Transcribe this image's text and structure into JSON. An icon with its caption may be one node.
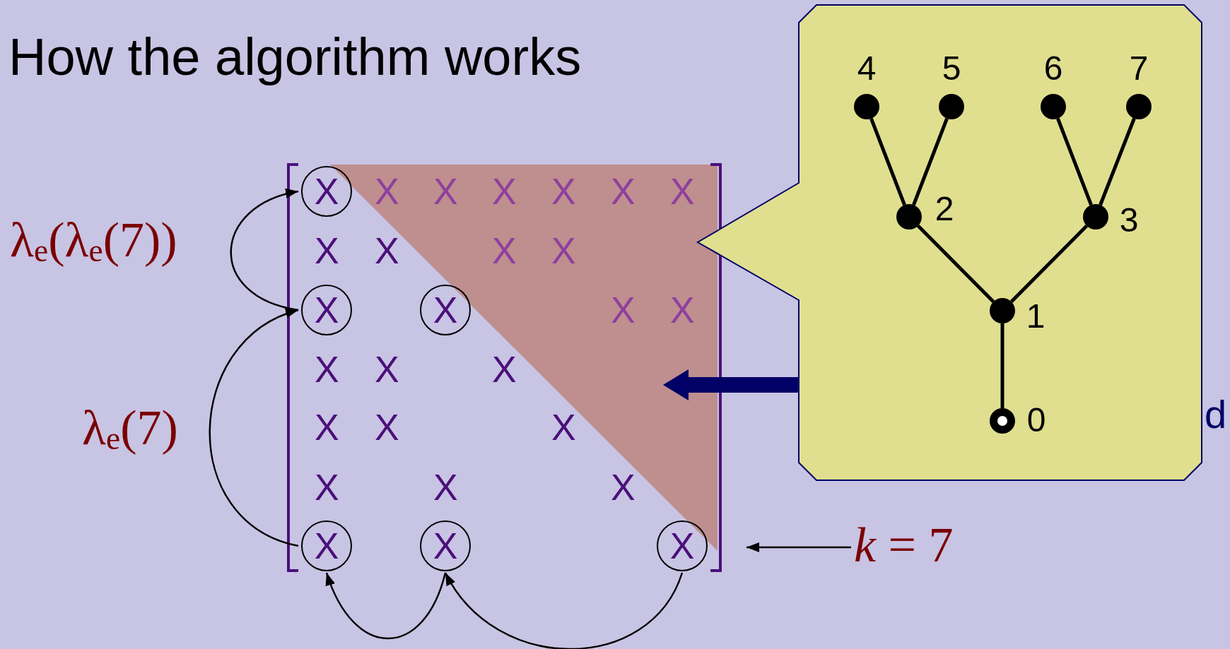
{
  "diagram": {
    "title": "How the algorithm works",
    "nodes": [
      {
        "text": [
          "X"
        ]
      },
      {
        "text": [
          "X"
        ]
      },
      {
        "text": [
          "X"
        ]
      },
      {
        "text": [
          "X"
        ]
      },
      {
        "text": [
          "X"
        ]
      },
      {
        "text": [
          "X"
        ]
      },
      {
        "text": [],
        "shape": "triangle"
      },
      {
        "text": [
          "*k* = 7"
        ]
      },
      {
        "text": [],
        "shape": "box"
      },
      {
        "text": [
          "4"
        ],
        "in": 8
      },
      {
        "text": [
          "5"
        ],
        "in": 8
      },
      {
        "text": [
          "6"
        ],
        "in": 8
      },
      {
        "text": [
          "7"
        ],
        "in": 8
      },
      {
        "text": [
          "2"
        ],
        "in": 8
      },
      {
        "text": [
          "3"
        ],
        "in": 8
      },
      {
        "text": [
          "1"
        ],
        "in": 8
      },
      {
        "text": [
          "0"
        ],
        "in": 8
      }
    ],
    "edges": [
      {
        "from": 1,
        "to": 0,
        "arrow": "to",
        "label": "λ$_{e}$(λ$_{e}$(7))"
      },
      {
        "from": 3,
        "to": 1,
        "arrow": "to",
        "label": "λ$_{e}$(7)"
      },
      {
        "from": 4,
        "to": 3,
        "arrow": "to"
      },
      {
        "from": 5,
        "to": 4,
        "arrow": "to"
      },
      {
        "from": 7,
        "to": 6,
        "arrow": "to"
      },
      {
        "from": 8,
        "to": 6,
        "arrow": "to",
        "style": "thick",
        "color": "#000066"
      },
      {
        "from": 9,
        "to": 13,
        "arrow": "none"
      },
      {
        "from": 10,
        "to": 13,
        "arrow": "none"
      },
      {
        "from": 11,
        "to": 14,
        "arrow": "none"
      },
      {
        "from": 12,
        "to": 14,
        "arrow": "none"
      },
      {
        "from": 13,
        "to": 15,
        "arrow": "none"
      },
      {
        "from": 14,
        "to": 15,
        "arrow": "none"
      },
      {
        "from": 15,
        "to": 16,
        "arrow": "none"
      }
    ],
    "labels": [
      "X",
      "X",
      "X",
      "X",
      "X",
      "X",
      "X",
      "X",
      "X",
      "X",
      "X",
      "X",
      "X",
      "X",
      "X",
      "X",
      "X",
      "X",
      "X",
      "X",
      "X",
      "d"
    ]
  }
}
